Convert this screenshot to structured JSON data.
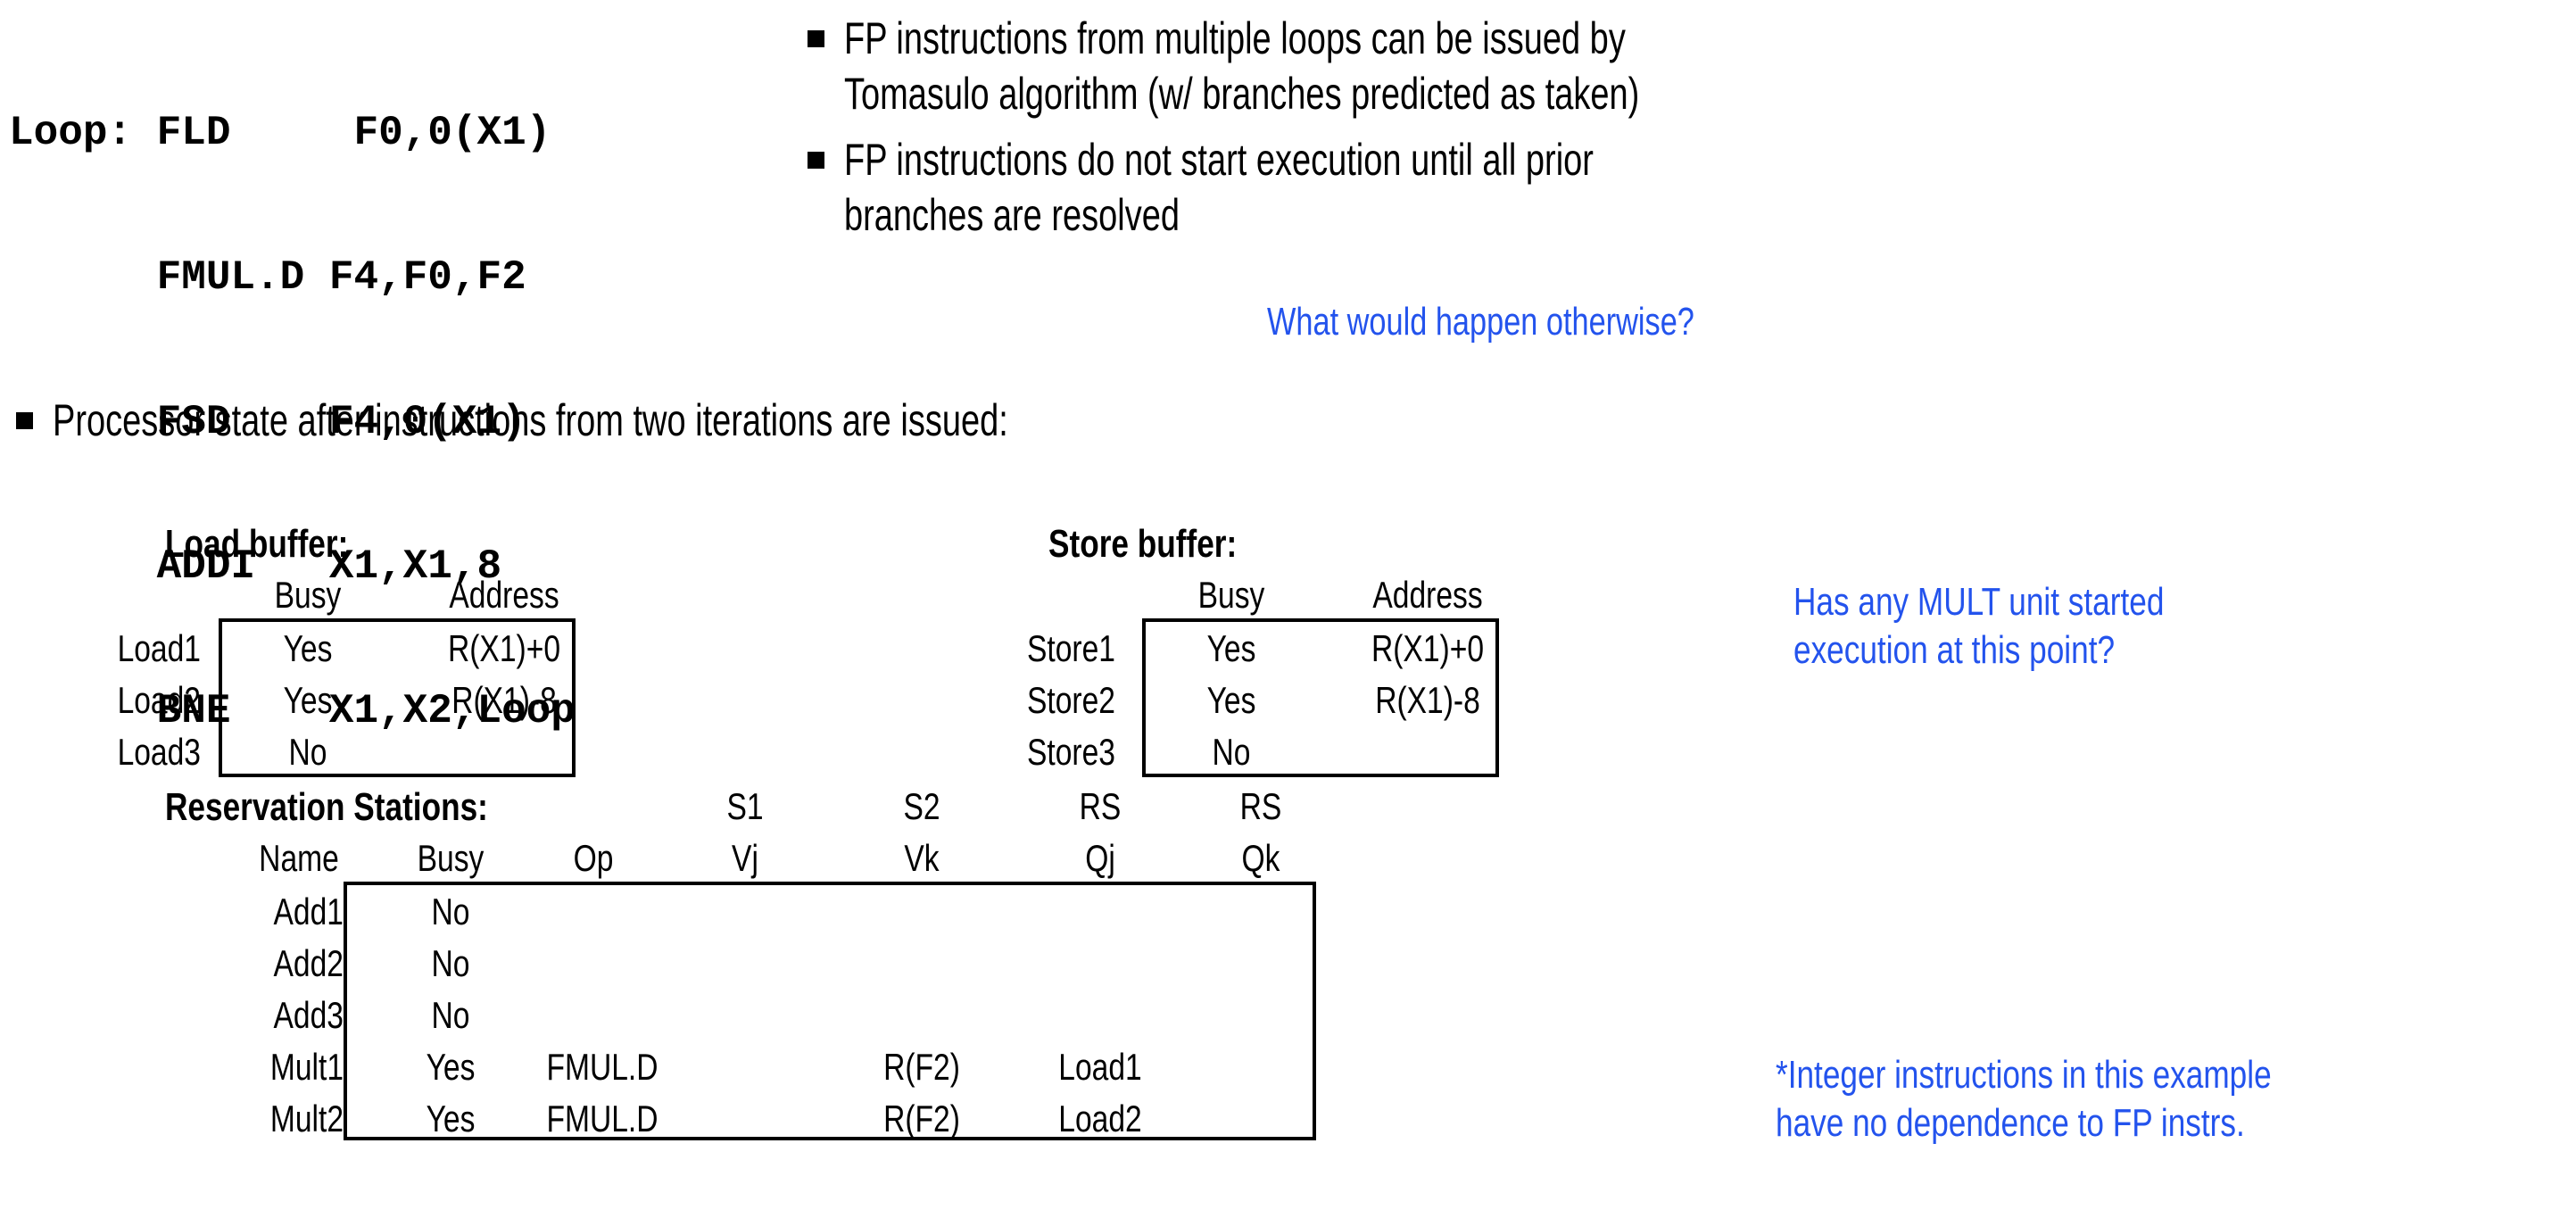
{
  "code": {
    "lines": [
      "Loop: FLD     F0,0(X1)",
      "      FMUL.D F4,F0,F2",
      "      FSD    F4,0(X1)",
      "      ADDI   X1,X1,8",
      "      BNE    X1,X2,Loop"
    ]
  },
  "bullets": {
    "b1_l1": "FP instructions from multiple loops can be issued by",
    "b1_l2": "Tomasulo algorithm  (w/ branches predicted as taken)",
    "b2_l1": "FP instructions do not start execution until all prior",
    "b2_l2": "branches are resolved",
    "b3": "Processor state after instructions from two iterations are issued:"
  },
  "annotations": {
    "inline_question": "What would happen otherwise?",
    "mult_note_l1": "Has any MULT unit started",
    "mult_note_l2": "execution at this point?",
    "integer_note_l1": "*Integer instructions in this example",
    "integer_note_l2": "have no dependence to FP instrs.",
    "blue_color": "#2353ED"
  },
  "load_buffer": {
    "title": "Load buffer:",
    "columns": [
      "Busy",
      "Address"
    ],
    "rows": [
      {
        "name": "Load1",
        "busy": "Yes",
        "address": "R(X1)+0"
      },
      {
        "name": "Load2",
        "busy": "Yes",
        "address": "R(X1)-8"
      },
      {
        "name": "Load3",
        "busy": "No",
        "address": ""
      }
    ]
  },
  "store_buffer": {
    "title": "Store buffer:",
    "columns": [
      "Busy",
      "Address"
    ],
    "rows": [
      {
        "name": "Store1",
        "busy": "Yes",
        "address": "R(X1)+0"
      },
      {
        "name": "Store2",
        "busy": "Yes",
        "address": "R(X1)-8"
      },
      {
        "name": "Store3",
        "busy": "No",
        "address": ""
      }
    ]
  },
  "reservation_stations": {
    "title": "Reservation Stations:",
    "super_headers": [
      "S1",
      "S2",
      "RS",
      "RS"
    ],
    "columns": [
      "Name",
      "Busy",
      "Op",
      "Vj",
      "Vk",
      "Qj",
      "Qk"
    ],
    "rows": [
      {
        "name": "Add1",
        "busy": "No",
        "op": "",
        "vj": "",
        "vk": "",
        "qj": "",
        "qk": ""
      },
      {
        "name": "Add2",
        "busy": "No",
        "op": "",
        "vj": "",
        "vk": "",
        "qj": "",
        "qk": ""
      },
      {
        "name": "Add3",
        "busy": "No",
        "op": "",
        "vj": "",
        "vk": "",
        "qj": "",
        "qk": ""
      },
      {
        "name": "Mult1",
        "busy": "Yes",
        "op": "FMUL.D",
        "vj": "",
        "vk": "R(F2)",
        "qj": "Load1",
        "qk": ""
      },
      {
        "name": "Mult2",
        "busy": "Yes",
        "op": "FMUL.D",
        "vj": "",
        "vk": "R(F2)",
        "qj": "Load2",
        "qk": ""
      }
    ]
  }
}
